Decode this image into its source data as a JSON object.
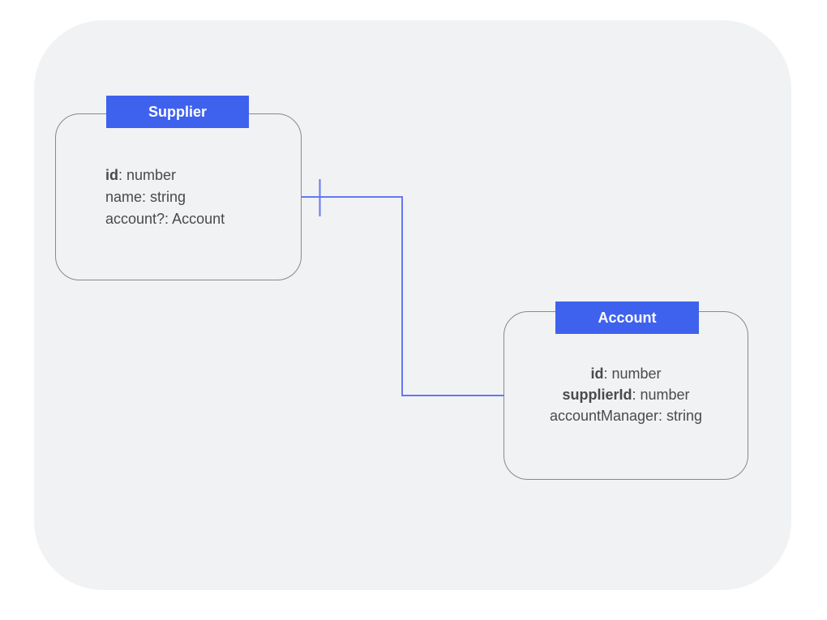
{
  "diagram": {
    "entities": {
      "supplier": {
        "title": "Supplier",
        "fields": [
          {
            "bold": "id",
            "text": ": number"
          },
          {
            "bold": "",
            "text": "name: string"
          },
          {
            "bold": "",
            "text": "account?: Account"
          }
        ]
      },
      "account": {
        "title": "Account",
        "fields": [
          {
            "bold": "id",
            "text": ": number"
          },
          {
            "bold": "supplierId",
            "text": ": number"
          },
          {
            "bold": "",
            "text": "accountManager: string"
          }
        ]
      }
    },
    "relationship": {
      "from": "Supplier",
      "to": "Account",
      "marker": "one"
    },
    "colors": {
      "entity_header": "#3e62ee",
      "entity_header_text": "#ffffff",
      "entity_border": "#898989",
      "field_text": "#4a4a4a",
      "connector": "#6577f2",
      "panel_background": "#f1f2f3",
      "page_background": "#ffffff"
    }
  }
}
